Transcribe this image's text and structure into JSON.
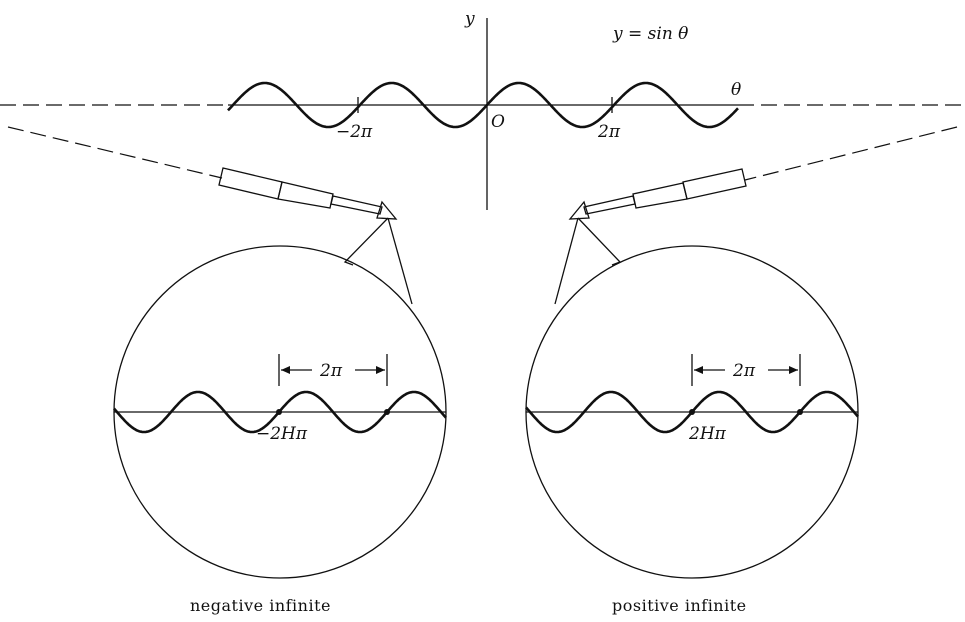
{
  "top_graph": {
    "y_axis_label": "y",
    "x_axis_label": "θ",
    "origin_label": "O",
    "equation_label": "y = sin θ",
    "tick_left_label": "−2π",
    "tick_right_label": "2π"
  },
  "left_circle": {
    "period_label": "2π",
    "point_label": "−2Hπ",
    "caption": "negative infinite"
  },
  "right_circle": {
    "period_label": "2π",
    "point_label": "2Hπ",
    "caption": "positive infinite"
  },
  "icons": [
    "telescope-icon",
    "telescope-icon"
  ]
}
